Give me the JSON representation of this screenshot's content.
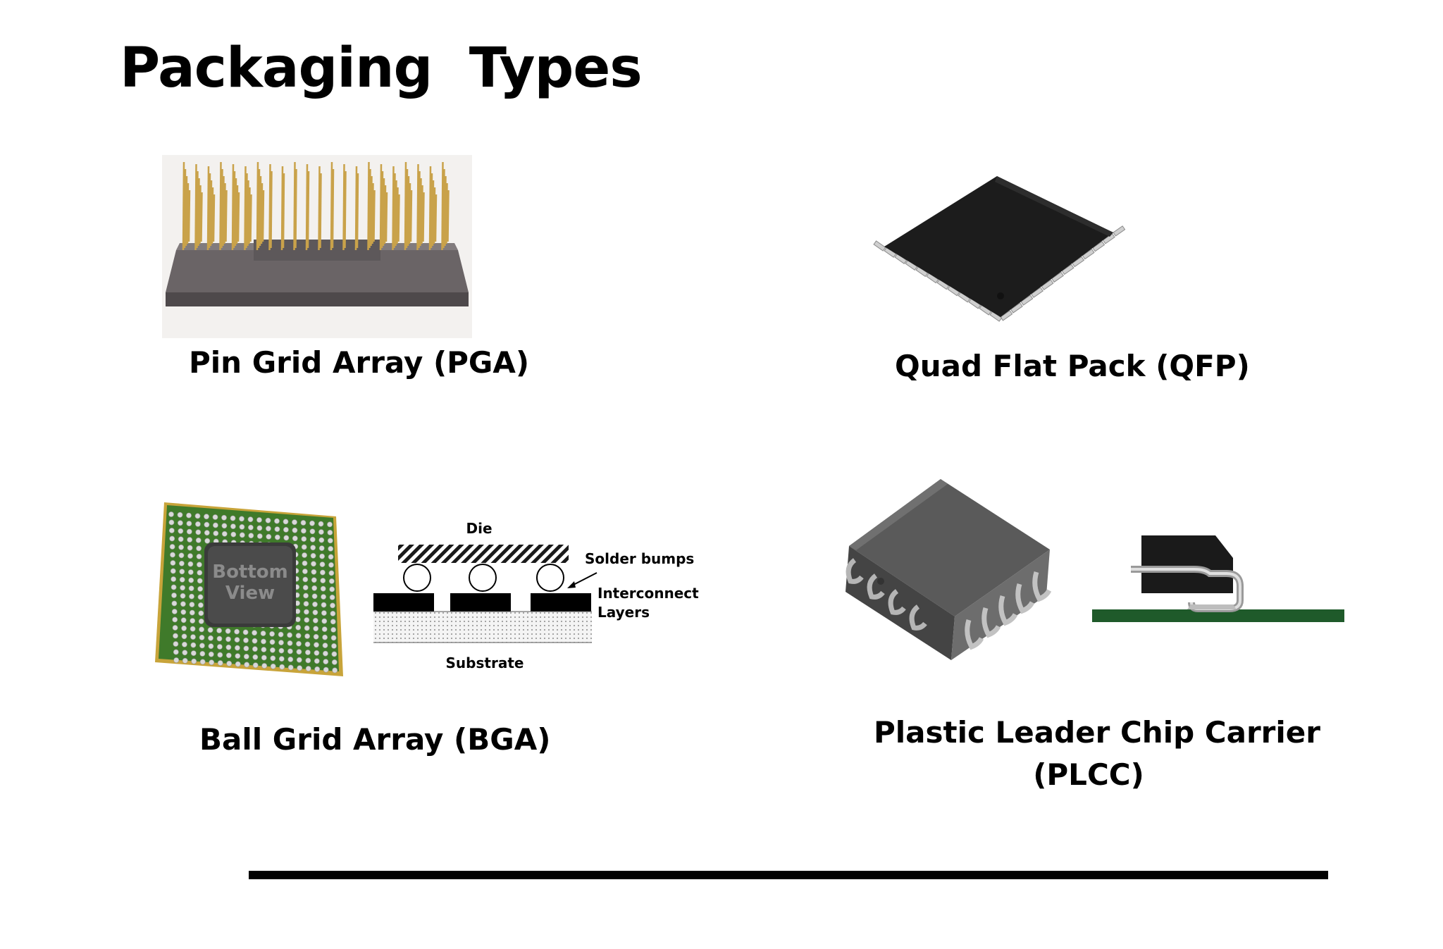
{
  "title": "Packaging  Types",
  "packages": {
    "pga": {
      "caption": "Pin Grid Array (PGA)"
    },
    "qfp": {
      "caption": "Quad Flat Pack (QFP)"
    },
    "bga": {
      "caption": "Ball Grid Array (BGA)",
      "chip_text_line1": "Bottom",
      "chip_text_line2": "View",
      "diagram": {
        "die": "Die",
        "solder_bumps": "Solder bumps",
        "interconnect_line1": "Interconnect",
        "interconnect_line2": "Layers",
        "substrate": "Substrate"
      }
    },
    "plcc": {
      "caption_line1": "Plastic Leader Chip Carrier",
      "caption_line2": "(PLCC)"
    }
  },
  "colors": {
    "gold_pin": "#c9a24a",
    "pga_body": "#6a6466",
    "qfp_body": "#1c1c1c",
    "lead_silver": "#cfcfcf",
    "bga_green": "#3f7a2a",
    "pcb_green": "#1f5a2a"
  }
}
